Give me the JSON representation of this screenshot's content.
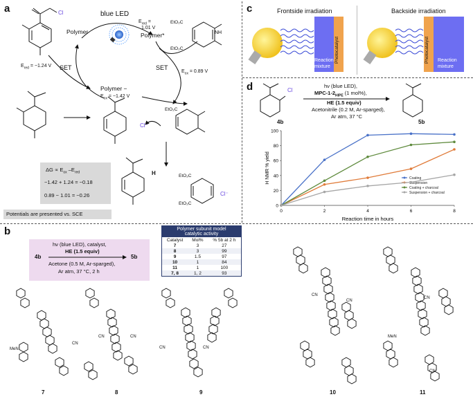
{
  "labels": {
    "a": "a",
    "b": "b",
    "c": "c",
    "d": "d"
  },
  "panel_a": {
    "blue_led": "blue LED",
    "ered_polymer_1": "E",
    "ered_polymer_2": "red",
    "ered_polymer_3": " =",
    "ered_polymer_val": "1.01 V",
    "polymer": "Polymer",
    "polymer_star": "Polymer*",
    "polymer_minus": "Polymer −",
    "eox_polymer": "E",
    "eox_polymer_sub": "ox",
    "eox_polymer_val": " = −1.42 V",
    "ered_sub": "red",
    "ered_left": " = −1.24 V",
    "eox_hantzsch_sub": "ox",
    "eox_hantzsch": " = 0.89 V",
    "set_left": "SET",
    "set_right": "SET",
    "cl": "Cl",
    "nh": "NH",
    "n_h": "H",
    "co2et": "EtO₂C",
    "h": "H",
    "cl_minus": "Cl⁻",
    "dg_line": "ΔG ∝ E",
    "dg_ox": "ox",
    "dg_mid": " –E",
    "dg_red": "red",
    "calc1": "−1.42 + 1.24 = −0.18",
    "calc2": "0.89 − 1.01 = −0.26",
    "potentials_note": "Potentials are presented vs. SCE"
  },
  "panel_b": {
    "rxn_line1": "hν (blue LED), catalyst,",
    "rxn_line2": "HE (1.5 equiv)",
    "rxn_line3": "Acetone (0.5 M, Ar-sparged),",
    "rxn_line4": "Ar atm, 37 °C, 2 h",
    "reactant": "4b",
    "product": "5b",
    "table_title1": "Polymer subunit model",
    "table_title2": "catalytic activity",
    "table_headers": [
      "Catalyst",
      "Mol%",
      "% 5b at 2 h"
    ],
    "table_rows": [
      [
        "7",
        "3",
        "27"
      ],
      [
        "8",
        "3",
        "99"
      ],
      [
        "9",
        "1.5",
        "97"
      ],
      [
        "10",
        "1",
        "84"
      ],
      [
        "11",
        "1",
        "100"
      ],
      [
        "7, 8",
        "1, 2",
        "93"
      ]
    ],
    "compound_labels": [
      "7",
      "8",
      "9",
      "10",
      "11"
    ],
    "cn": "CN",
    "men": "MeN"
  },
  "panel_c": {
    "front_title": "Frontside irradiation",
    "back_title": "Backside irradiation",
    "reaction_mixture_1": "Reaction",
    "reaction_mixture_2": "mixture",
    "photocatalyst": "Photocatalyst",
    "colors": {
      "bulb": "#f3d23a",
      "blue": "#6d6ef2",
      "orange": "#f0a34d"
    }
  },
  "panel_d": {
    "cond_line1": "hν (blue LED),",
    "cond_line2": "MPC-1-2",
    "cond_line2_sub": "HIPE",
    "cond_line2_tail": " (1 mol%),",
    "cond_line3": "HE (1.5 equiv)",
    "cond_line4": "Acetonitrile (0.2 M, Ar-sparged),",
    "cond_line5": "Ar atm, 37 °C",
    "reactant": "4b",
    "product": "5b",
    "cl": "Cl"
  },
  "chart_data": {
    "type": "line",
    "xlabel": "Reaction time in hours",
    "ylabel": "H NMR % yield",
    "xlim": [
      0,
      8
    ],
    "ylim": [
      0,
      100
    ],
    "x_ticks": [
      "0",
      "2",
      "4",
      "6",
      "8"
    ],
    "y_ticks": [
      "0",
      "20",
      "40",
      "60",
      "80",
      "100"
    ],
    "legend_position": "inside-bottom-right",
    "x": [
      0,
      2,
      4,
      6,
      8
    ],
    "series": [
      {
        "name": "Coating",
        "color": "#4a72c8",
        "values": [
          0,
          61,
          94,
          96,
          95
        ]
      },
      {
        "name": "Suspension",
        "color": "#e07b39",
        "values": [
          0,
          28,
          37,
          49,
          75
        ]
      },
      {
        "name": "Coating + charcoal",
        "color": "#5e8a3c",
        "values": [
          0,
          33,
          65,
          81,
          85
        ]
      },
      {
        "name": "Suspension + charcoal",
        "color": "#a6a6a6",
        "values": [
          0,
          18,
          26,
          31,
          41
        ]
      }
    ]
  }
}
